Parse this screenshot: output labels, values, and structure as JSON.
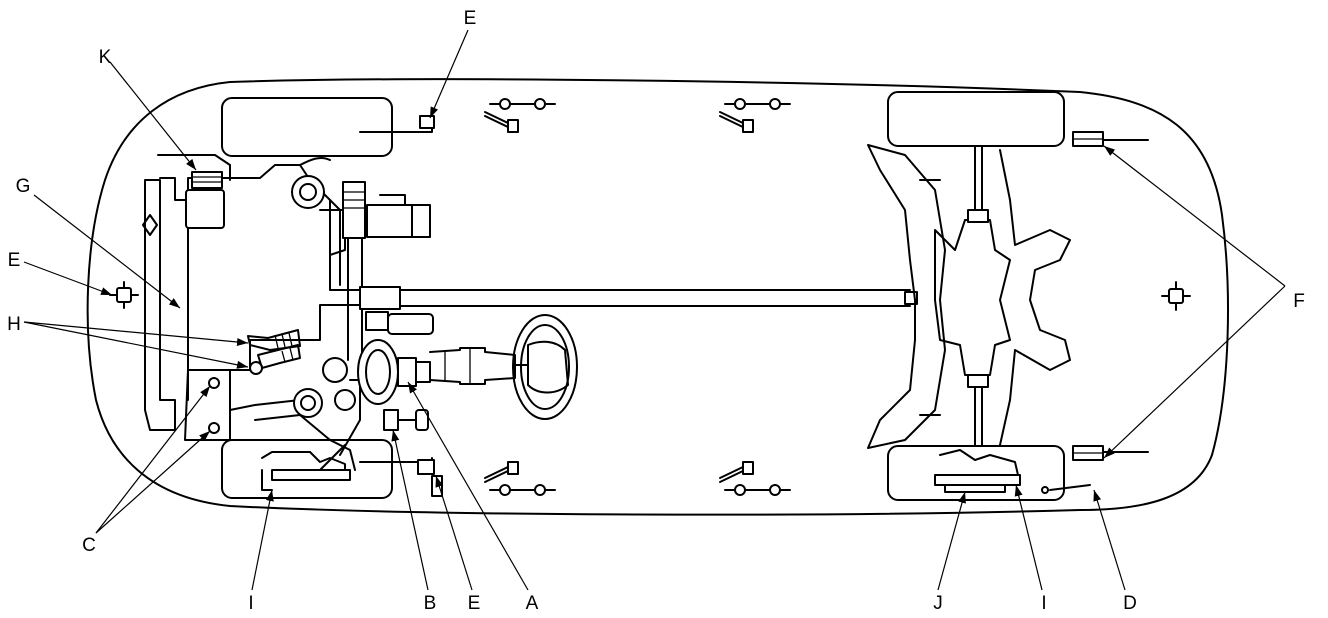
{
  "labels": {
    "e_top": "E",
    "k": "K",
    "g": "G",
    "e_left": "E",
    "h": "H",
    "c": "C",
    "f": "F",
    "i_left": "I",
    "b": "B",
    "e_bottom": "E",
    "a": "A",
    "j": "J",
    "i_right": "I",
    "d": "D"
  }
}
